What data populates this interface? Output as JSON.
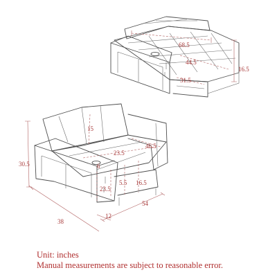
{
  "diagram": {
    "top_view": {
      "dimensions": {
        "width": "68.5",
        "seat_depth": "44.5",
        "extension": "31.5",
        "height": "16.5"
      }
    },
    "main_view": {
      "dimensions": {
        "overall_height": "30.5",
        "back_height": "15",
        "seat_width": "23.5",
        "seat_depth": "46.5",
        "armrest_width": "6",
        "leg_height": "5.5",
        "seat_height": "16.5",
        "arm_height": "23.5",
        "depth": "38",
        "length": "54",
        "arm_front": "12"
      }
    }
  },
  "caption": {
    "unit": "Unit: inches",
    "note": "Manual measurements are subject to reasonable error."
  }
}
